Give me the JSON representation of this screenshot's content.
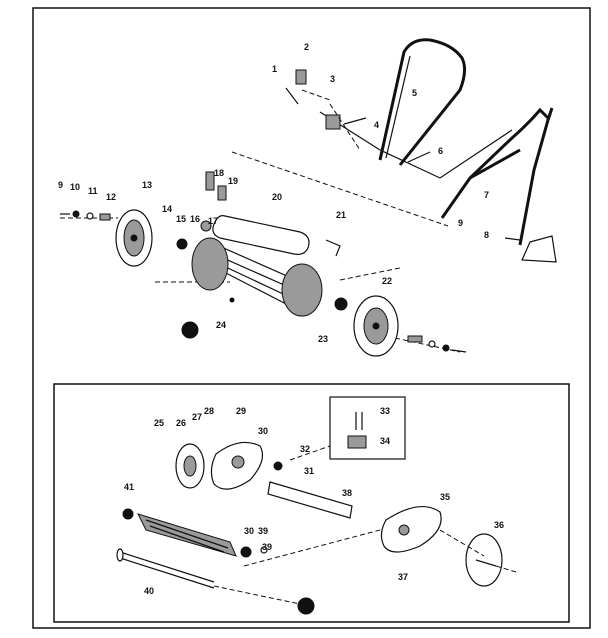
{
  "upper_labels": [
    "1",
    "2",
    "3",
    "4",
    "5",
    "6",
    "7",
    "8",
    "9",
    "10",
    "11",
    "12",
    "13",
    "14",
    "15",
    "16",
    "17",
    "18",
    "19",
    "20",
    "21",
    "22",
    "23",
    "24",
    "9"
  ],
  "lower_labels": [
    "25",
    "26",
    "27",
    "28",
    "29",
    "30",
    "31",
    "32",
    "33",
    "34",
    "35",
    "36",
    "37",
    "38",
    "39",
    "40",
    "41",
    "30",
    "39"
  ]
}
